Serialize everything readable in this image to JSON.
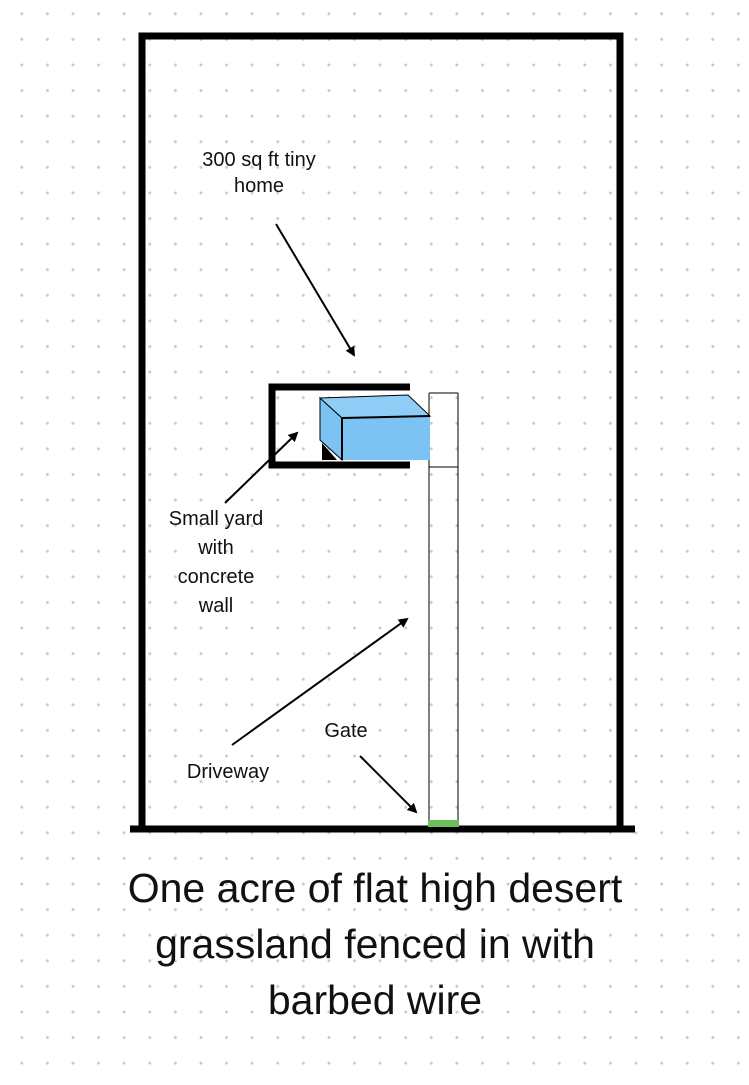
{
  "labels": {
    "tiny_home": "300 sq ft tiny home",
    "small_yard": "Small yard with concrete wall",
    "gate": "Gate",
    "driveway": "Driveway"
  },
  "caption": "One acre of flat high desert grassland fenced in with barbed wire",
  "colors": {
    "fence": "#000000",
    "tiny_home_front": "#7cc3f4",
    "tiny_home_top": "#8fcdf7",
    "gate": "#6dbf5b",
    "dot_grid": "#c9c9c9"
  },
  "icons": {
    "arrows": "arrow-icon"
  }
}
